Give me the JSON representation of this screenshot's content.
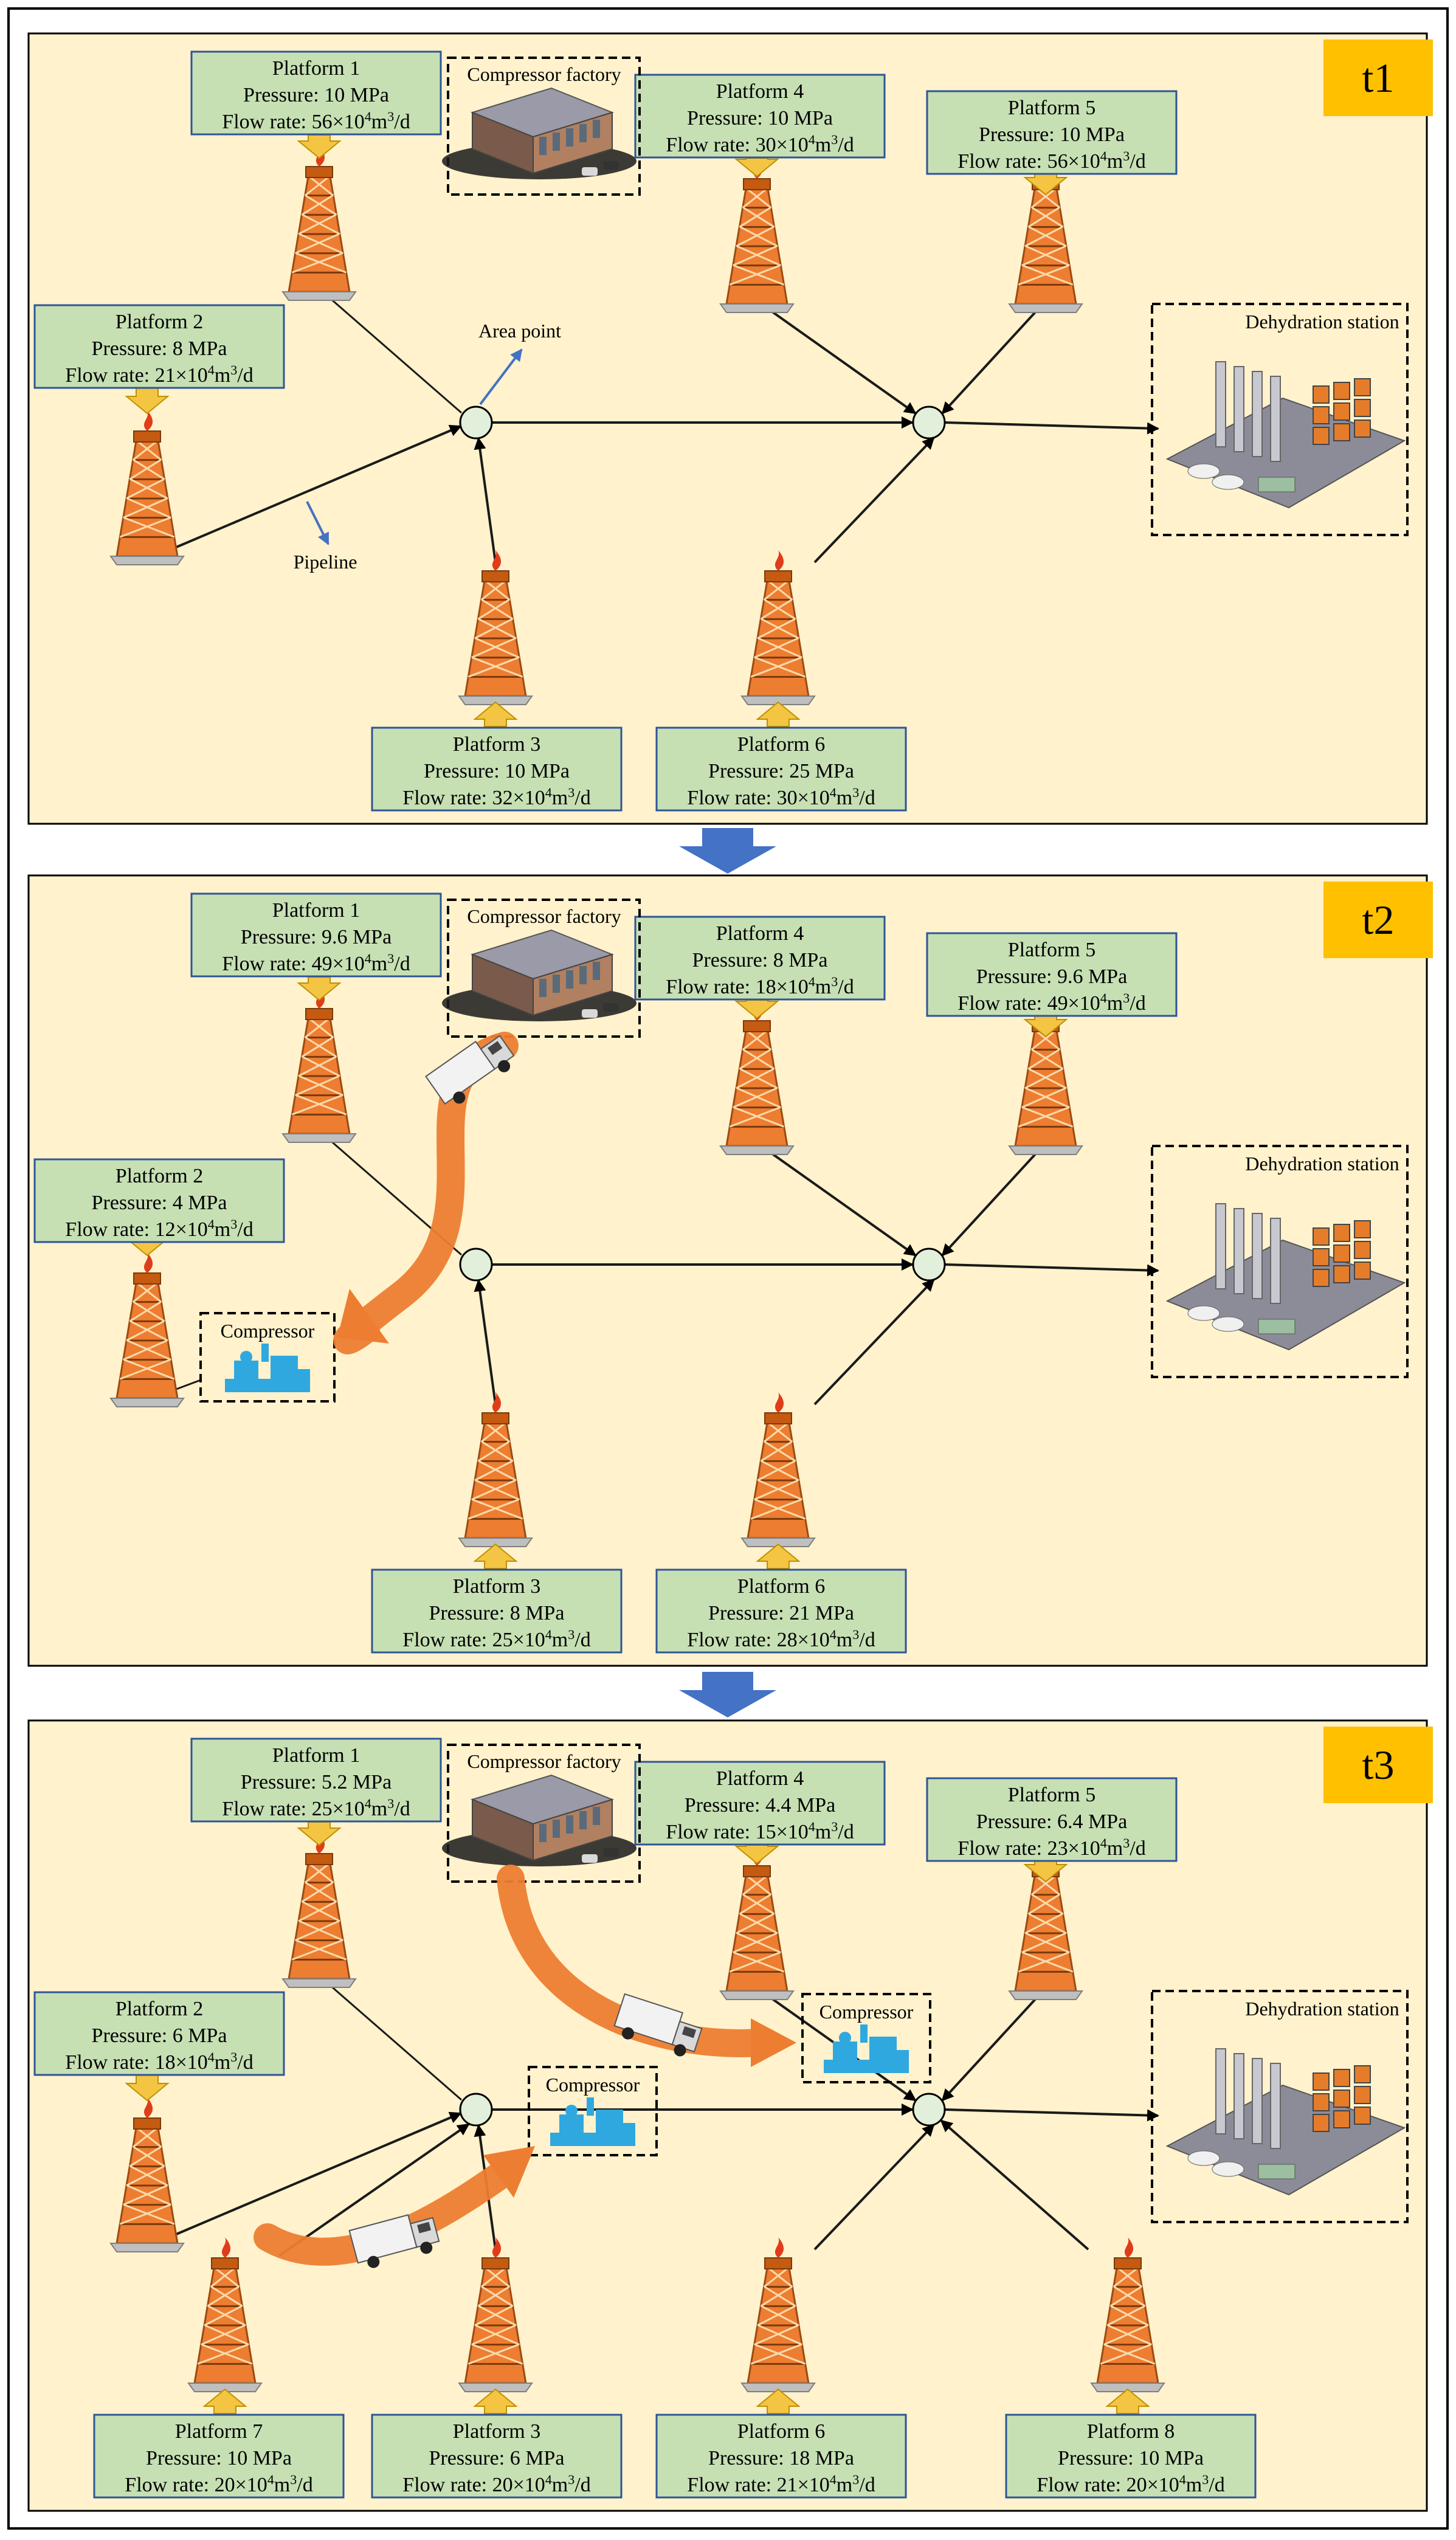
{
  "panels": [
    {
      "tag": "t1",
      "labels": {
        "factory": "Compressor factory",
        "dehydration": "Dehydration station",
        "area_point": "Area point",
        "pipeline": "Pipeline"
      },
      "platforms": [
        {
          "name": "Platform 1",
          "pressure": "Pressure: 10 MPa",
          "flow": "56"
        },
        {
          "name": "Platform 2",
          "pressure": "Pressure: 8 MPa",
          "flow": "21"
        },
        {
          "name": "Platform 3",
          "pressure": "Pressure: 10 MPa",
          "flow": "32"
        },
        {
          "name": "Platform 4",
          "pressure": "Pressure: 10 MPa",
          "flow": "30"
        },
        {
          "name": "Platform 5",
          "pressure": "Pressure: 10 MPa",
          "flow": "56"
        },
        {
          "name": "Platform 6",
          "pressure": "Pressure: 25 MPa",
          "flow": "30"
        }
      ]
    },
    {
      "tag": "t2",
      "labels": {
        "factory": "Compressor factory",
        "dehydration": "Dehydration station",
        "compressor": "Compressor"
      },
      "platforms": [
        {
          "name": "Platform 1",
          "pressure": "Pressure: 9.6 MPa",
          "flow": "49"
        },
        {
          "name": "Platform 2",
          "pressure": "Pressure: 4 MPa",
          "flow": "12"
        },
        {
          "name": "Platform 3",
          "pressure": "Pressure: 8 MPa",
          "flow": "25"
        },
        {
          "name": "Platform 4",
          "pressure": "Pressure: 8 MPa",
          "flow": "18"
        },
        {
          "name": "Platform 5",
          "pressure": "Pressure: 9.6 MPa",
          "flow": "49"
        },
        {
          "name": "Platform 6",
          "pressure": "Pressure: 21 MPa",
          "flow": "28"
        }
      ]
    },
    {
      "tag": "t3",
      "labels": {
        "factory": "Compressor factory",
        "dehydration": "Dehydration station",
        "compressor": "Compressor"
      },
      "platforms": [
        {
          "name": "Platform 1",
          "pressure": "Pressure: 5.2 MPa",
          "flow": "25"
        },
        {
          "name": "Platform 2",
          "pressure": "Pressure: 6 MPa",
          "flow": "18"
        },
        {
          "name": "Platform 3",
          "pressure": "Pressure: 6 MPa",
          "flow": "20"
        },
        {
          "name": "Platform 4",
          "pressure": "Pressure: 4.4 MPa",
          "flow": "15"
        },
        {
          "name": "Platform 5",
          "pressure": "Pressure: 6.4 MPa",
          "flow": "23"
        },
        {
          "name": "Platform 6",
          "pressure": "Pressure: 18 MPa",
          "flow": "21"
        },
        {
          "name": "Platform 7",
          "pressure": "Pressure: 10 MPa",
          "flow": "20"
        },
        {
          "name": "Platform 8",
          "pressure": "Pressure: 10 MPa",
          "flow": "20"
        }
      ]
    }
  ],
  "flow_format": {
    "prefix": "Flow rate: ",
    "times": "×10",
    "exp": "4",
    "unit": "m",
    "unit_exp": "3",
    "per": "/d"
  },
  "colors": {
    "panel_bg": "#fff2cc",
    "platform_box_fill": "#c6e0b4",
    "platform_box_border": "#2f5597",
    "tag_fill": "#ffc000",
    "transfer_arrow": "#4472c4",
    "truck_path": "#ed7d31",
    "compressor": "#2fa8e0",
    "platform_tower": "#ed7d31"
  }
}
